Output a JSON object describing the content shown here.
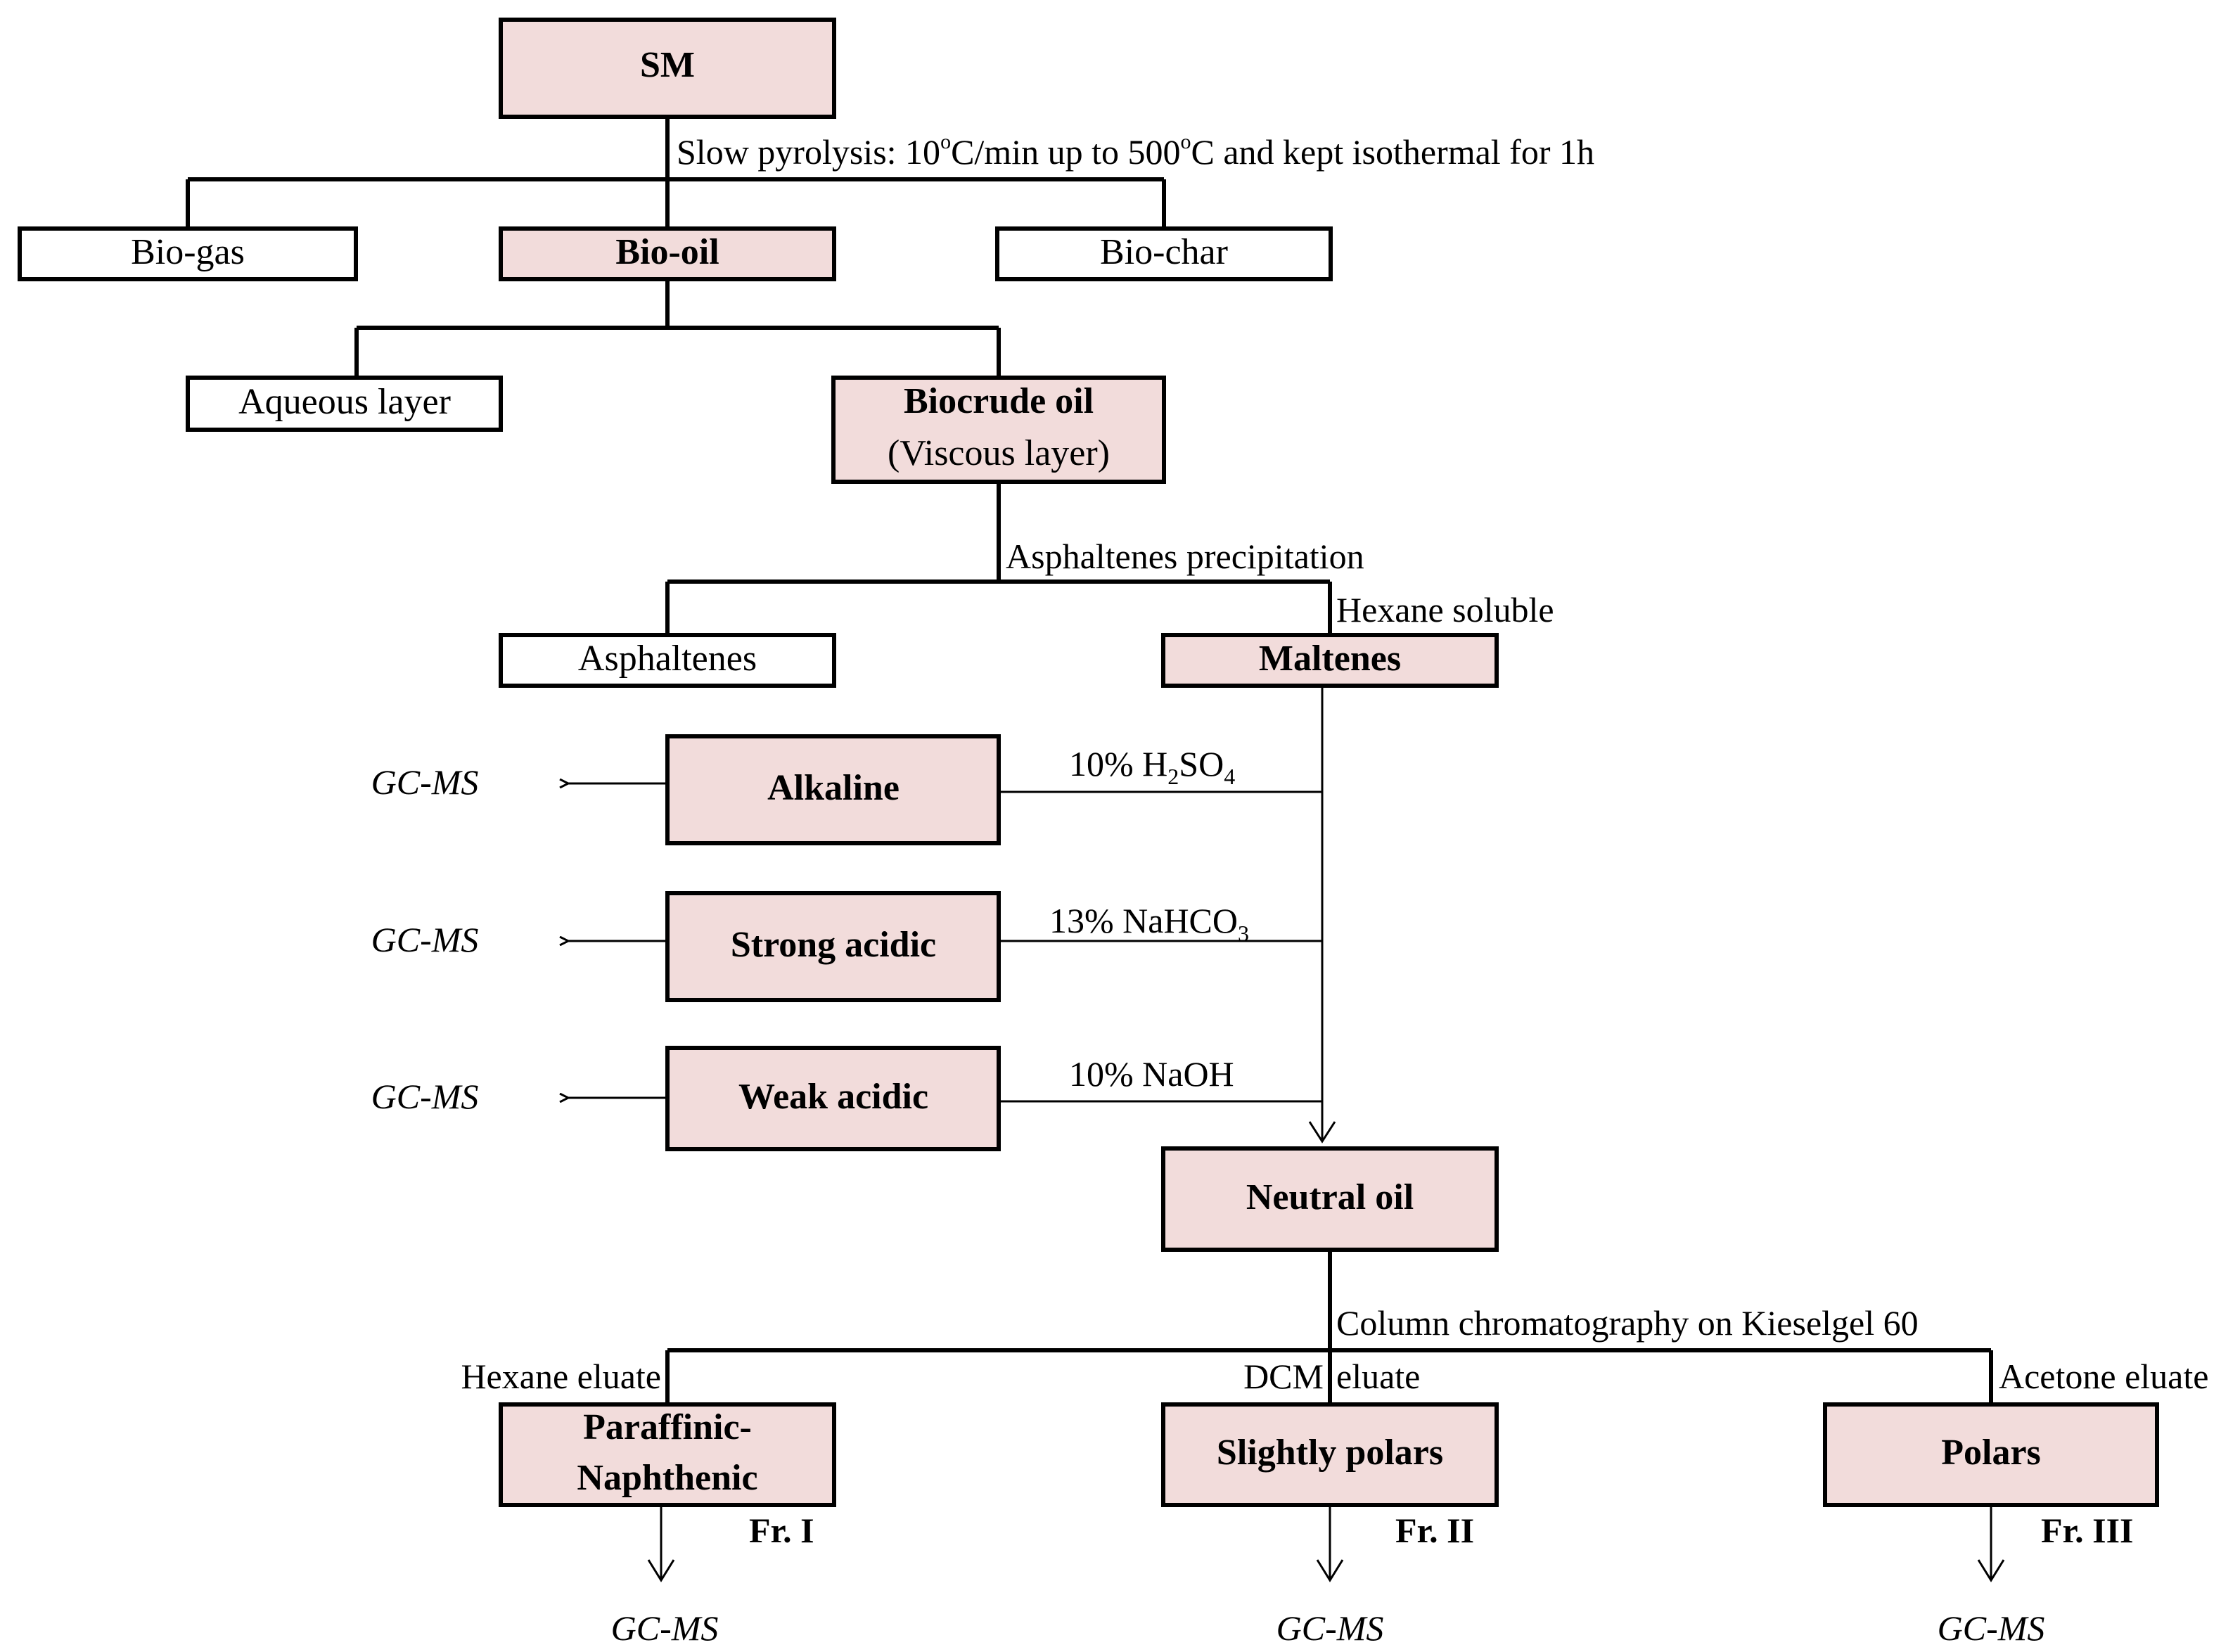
{
  "colors": {
    "highlight_fill": "#f2dcdb",
    "plain_fill": "#ffffff",
    "stroke": "#000000"
  },
  "nodes": {
    "sm": "SM",
    "bio_gas": "Bio-gas",
    "bio_oil": "Bio-oil",
    "bio_char": "Bio-char",
    "aqueous_layer": "Aqueous layer",
    "biocrude_oil": "Biocrude oil",
    "biocrude_sub": "(Viscous layer)",
    "asphaltenes": "Asphaltenes",
    "maltenes": "Maltenes",
    "alkaline": "Alkaline",
    "strong_acidic": "Strong acidic",
    "weak_acidic": "Weak acidic",
    "neutral_oil": "Neutral oil",
    "paraffinic_line1": "Paraffinic-",
    "paraffinic_line2": "Naphthenic",
    "slightly_polars": "Slightly polars",
    "polars": "Polars"
  },
  "labels": {
    "pyrolysis_a": "Slow pyrolysis: 10",
    "pyrolysis_deg1": "o",
    "pyrolysis_b": "C/min up to 500",
    "pyrolysis_deg2": "o",
    "pyrolysis_c": "C and kept isothermal for 1h",
    "asphaltenes_precipitation": "Asphaltenes precipitation",
    "hexane_soluble": "Hexane soluble",
    "h2so4_a": "10% H",
    "h2so4_sub1": "2",
    "h2so4_b": "SO",
    "h2so4_sub2": "4",
    "nahco3_a": "13% NaHCO",
    "nahco3_sub": "3",
    "naoh": "10% NaOH",
    "column_chromatography": "Column chromatography on Kieselgel 60",
    "hexane_eluate": "Hexane eluate",
    "dcm_eluate_a": "DCM",
    "dcm_eluate_b": "eluate",
    "acetone_eluate": "Acetone eluate",
    "fr1": "Fr. I",
    "fr2": "Fr. II",
    "fr3": "Fr. III",
    "gcms_alkaline": "GC-MS",
    "gcms_strong": "GC-MS",
    "gcms_weak": "GC-MS",
    "gcms_fr1": "GC-MS",
    "gcms_fr2": "GC-MS",
    "gcms_fr3": "GC-MS"
  }
}
